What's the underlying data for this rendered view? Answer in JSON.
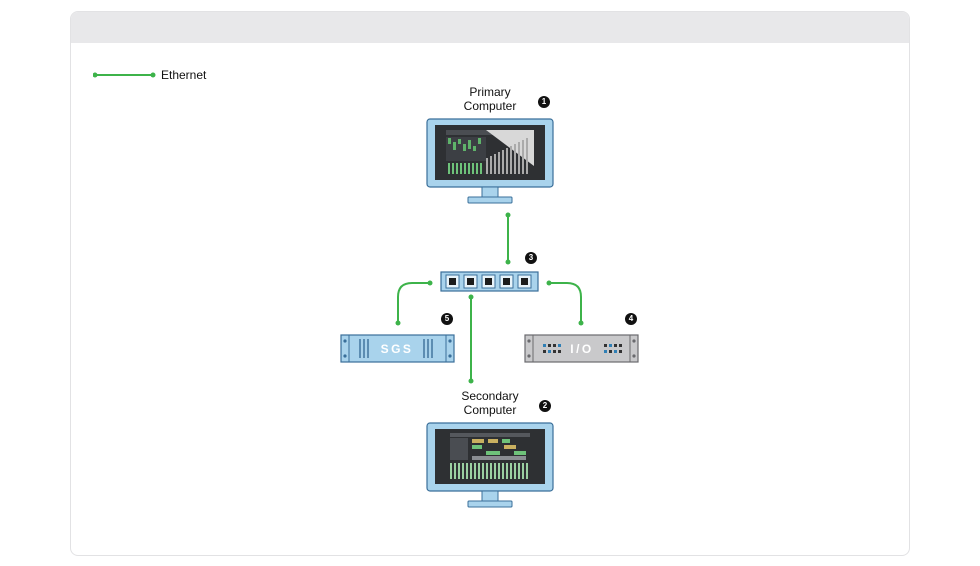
{
  "legend": {
    "ethernet_label": "Ethernet",
    "line_color": "#3db34a"
  },
  "nodes": {
    "primary": {
      "line1": "Primary",
      "line2": "Computer",
      "badge": "1"
    },
    "secondary": {
      "line1": "Secondary",
      "line2": "Computer",
      "badge": "2"
    },
    "switch": {
      "badge": "3"
    },
    "io": {
      "text": "I/O",
      "badge": "4"
    },
    "sgs": {
      "text": "SGS",
      "badge": "5"
    }
  },
  "colors": {
    "device_fill": "#a9d3ec",
    "device_stroke": "#3a6f9a",
    "io_fill": "#c9c9cb",
    "screen": "#2e3033"
  }
}
